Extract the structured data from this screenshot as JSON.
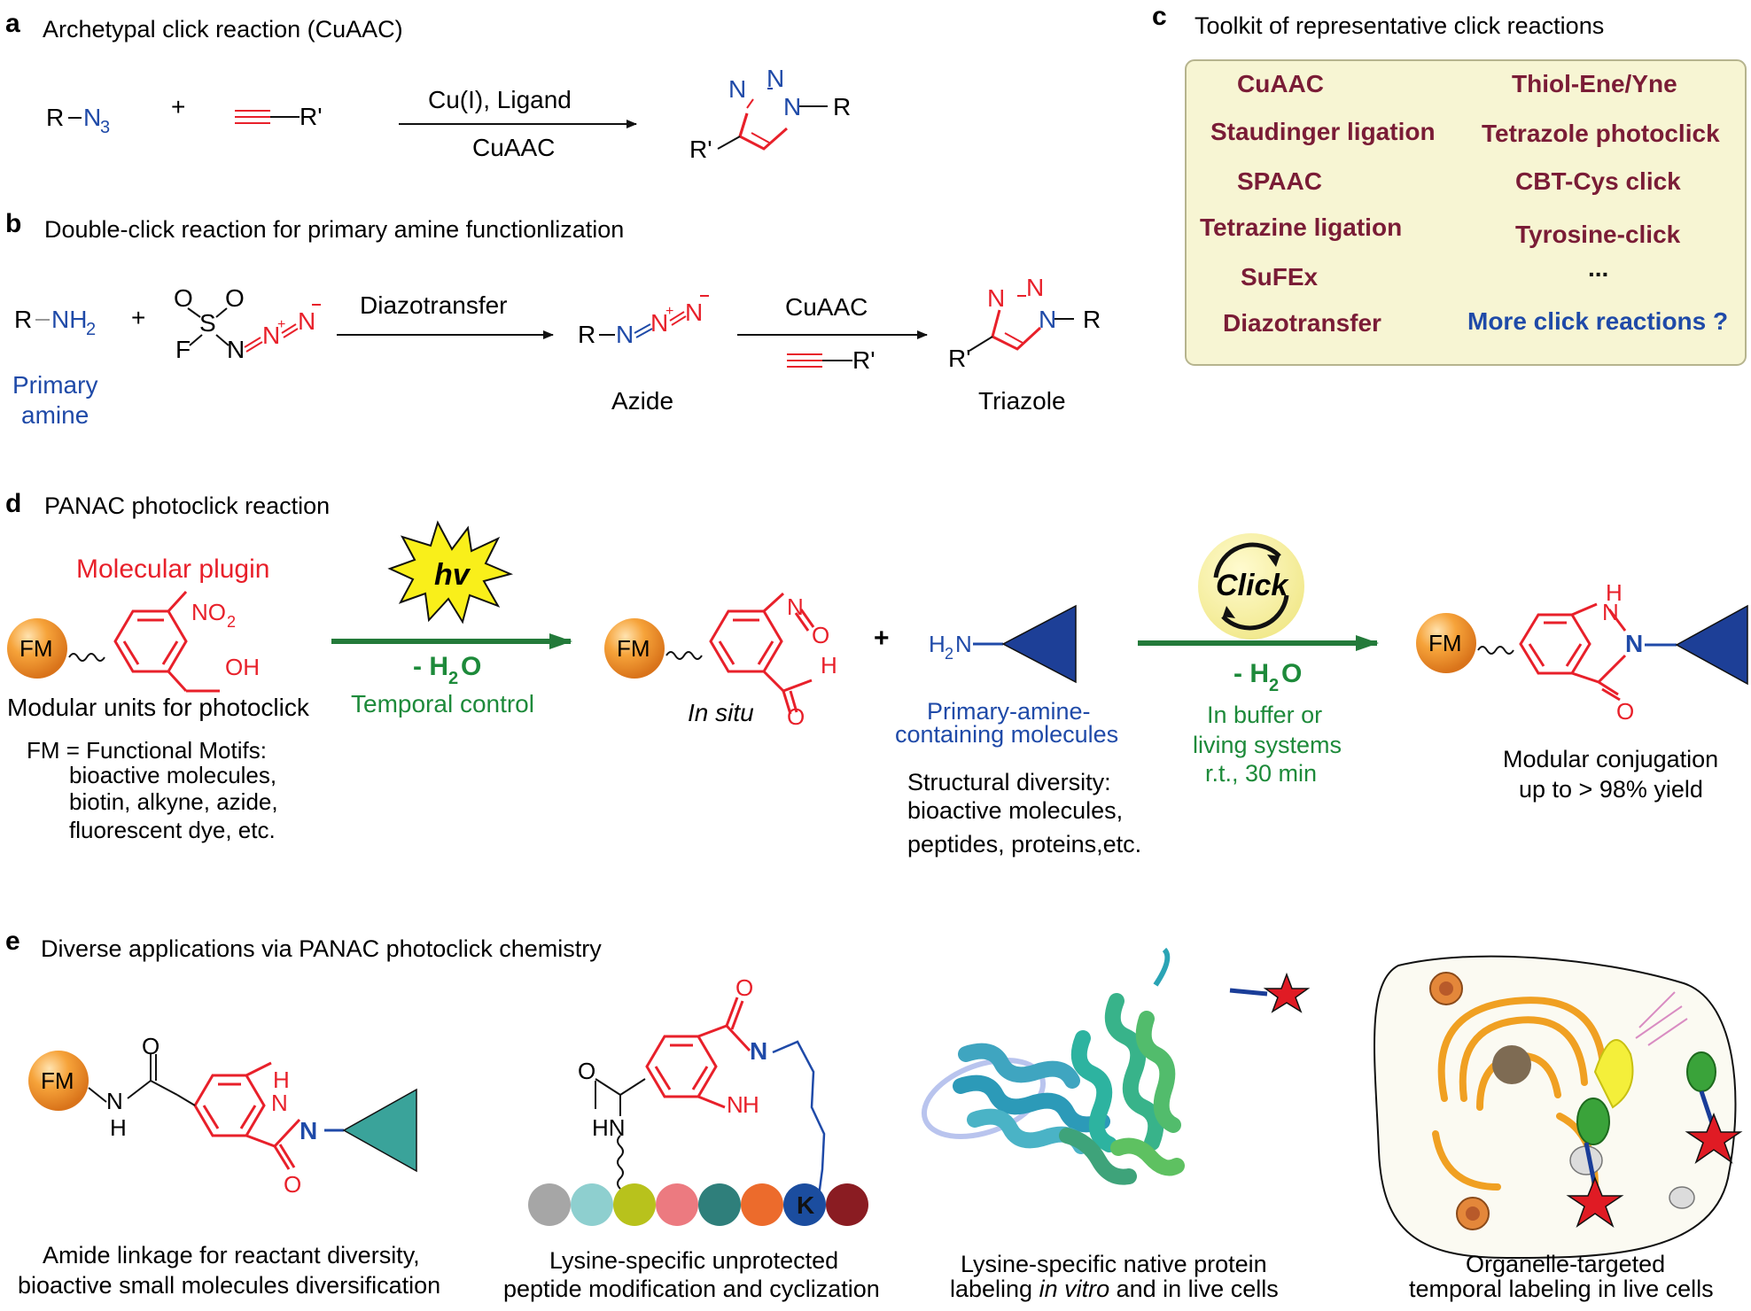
{
  "colors": {
    "red": "#e8202a",
    "blue": "#1f4aa8",
    "green": "#1d8a3a",
    "dark_red": "#7a1c36",
    "toolbox_bg": "#f7f5d3",
    "toolbox_border": "#b6b48e",
    "arrow_green": "#237a3a",
    "orange": "#f39a2a",
    "triangle_blue": "#1d3f97",
    "triangle_teal": "#3aa39a"
  },
  "panel_a": {
    "letter": "a",
    "title": "Archetypal click reaction (CuAAC)",
    "reactant1_R": "R",
    "reactant1_N": "N",
    "reactant1_sub": "3",
    "plus": "+",
    "alkyne_R": "R'",
    "arrow_top": "Cu(I), Ligand",
    "arrow_bottom": "CuAAC",
    "triazole_N1": "N",
    "triazole_N2": "N",
    "triazole_N3": "N",
    "triazole_R": "R",
    "triazole_R2": "R'"
  },
  "panel_b": {
    "letter": "b",
    "title": "Double-click reaction for primary amine functionlization",
    "amine_R": "R",
    "amine_N": "NH",
    "amine_sub": "2",
    "amine_label_1": "Primary",
    "amine_label_2": "amine",
    "plus": "+",
    "reagent_O1": "O",
    "reagent_O2": "O",
    "reagent_S": "S",
    "reagent_F": "F",
    "reagent_N": "N",
    "reagent_N2": "N",
    "reagent_N3": "N",
    "arrow1_label": "Diazotransfer",
    "azide_R": "R",
    "azide_N1": "N",
    "azide_N2": "N",
    "azide_N3": "N",
    "azide_label": "Azide",
    "arrow2_label": "CuAAC",
    "alkyne_R": "R'",
    "triazole_label": "Triazole",
    "triazole_R": "R",
    "triazole_R2": "R'",
    "triazole_N": "N"
  },
  "panel_c": {
    "letter": "c",
    "title": "Toolkit of representative click reactions",
    "left_items": [
      "CuAAC",
      "Staudinger ligation",
      "SPAAC",
      "Tetrazine ligation",
      "SuFEx",
      "Diazotransfer"
    ],
    "right_items": [
      "Thiol-Ene/Yne",
      "Tetrazole photoclick",
      "CBT-Cys click",
      "Tyrosine-click",
      "...",
      "More click reactions ?"
    ]
  },
  "panel_d": {
    "letter": "d",
    "title": "PANAC photoclick reaction",
    "plugin_label": "Molecular plugin",
    "fm": "FM",
    "no2_N": "NO",
    "no2_sub": "2",
    "oh": "OH",
    "modular_units": "Modular units for photoclick",
    "fm_def": [
      "FM = Functional Motifs:",
      "bioactive molecules,",
      "biotin, alkyne, azide,",
      "fluorescent dye, etc."
    ],
    "hv": "hv",
    "minus_h2o_a": "- H",
    "minus_h2o_sub": "2",
    "minus_h2o_b": "O",
    "temporal": "Temporal control",
    "in_situ": "In situ",
    "nitroso_N": "N",
    "nitroso_O": "O",
    "ald_H": "H",
    "ald_O": "O",
    "plus": "+",
    "h2n": "H",
    "h2n_sub": "2",
    "h2n_N": "N",
    "amine_mol_1": "Primary-amine-",
    "amine_mol_2": "containing molecules",
    "structural": [
      "Structural diversity:",
      "bioactive molecules,",
      "peptides, proteins,etc."
    ],
    "click": "Click",
    "conditions": [
      "In buffer or",
      "living systems",
      "r.t.,  30 min"
    ],
    "product_H": "H",
    "product_N1": "N",
    "product_N2": "N",
    "product_O": "O",
    "modular_conj_1": "Modular conjugation",
    "modular_conj_2": "up to > 98% yield"
  },
  "panel_e": {
    "letter": "e",
    "title": "Diverse applications via PANAC photoclick chemistry",
    "app1_lines": [
      "Amide linkage for reactant diversity,",
      "bioactive small molecules diversification"
    ],
    "app2_lines": [
      "Lysine-specific unprotected",
      "peptide modification and cyclization"
    ],
    "app3_line1": "Lysine-specific native protein",
    "app3_line2_a": "labeling ",
    "app3_line2_b": "in vitro",
    "app3_line2_c": " and in live cells",
    "app4_lines": [
      "Organelle-targeted",
      "temporal labeling in live cells"
    ],
    "fm": "FM",
    "amide_O": "O",
    "amide_N": "N",
    "amide_H": "H",
    "ring_H": "H",
    "ring_N1": "N",
    "ring_N2": "N",
    "ring_O": "O",
    "pep_O": "O",
    "pep_HN": "HN",
    "pep_N": "N",
    "pep_NH": "N",
    "pep_H": "H",
    "pep_top_O": "O",
    "lysine": "K",
    "bead_colors": [
      "#a6a6a6",
      "#8ecfcf",
      "#b8c21c",
      "#ec7a80",
      "#2f7f7b",
      "#ec6b2c",
      "#1b4d9f",
      "#8a1c22"
    ]
  }
}
